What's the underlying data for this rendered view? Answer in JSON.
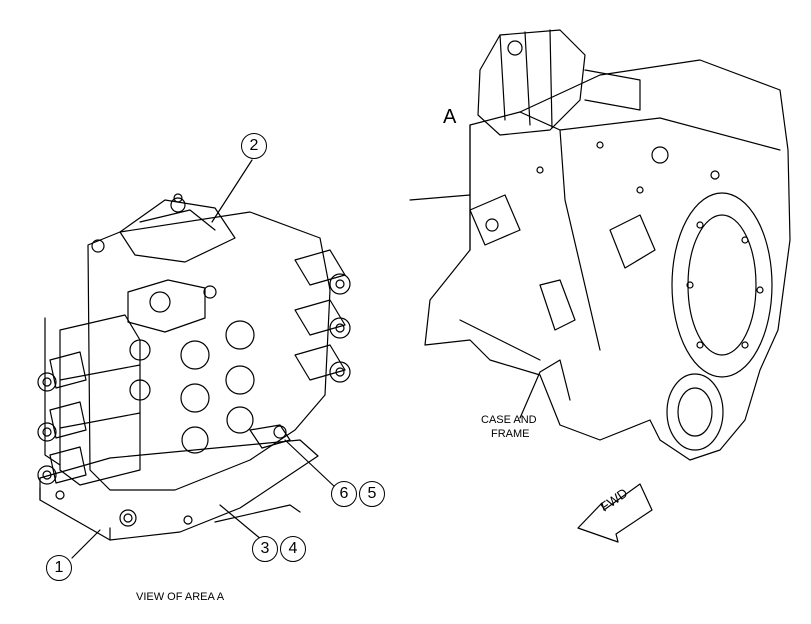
{
  "callouts": {
    "c1": "1",
    "c2": "2",
    "c3": "3",
    "c4": "4",
    "c5": "5",
    "c6": "6"
  },
  "labels": {
    "area_letter": "A",
    "case_frame_line1": "CASE AND",
    "case_frame_line2": "FRAME",
    "fwd": "FWD",
    "view_caption": "VIEW OF AREA  A"
  }
}
